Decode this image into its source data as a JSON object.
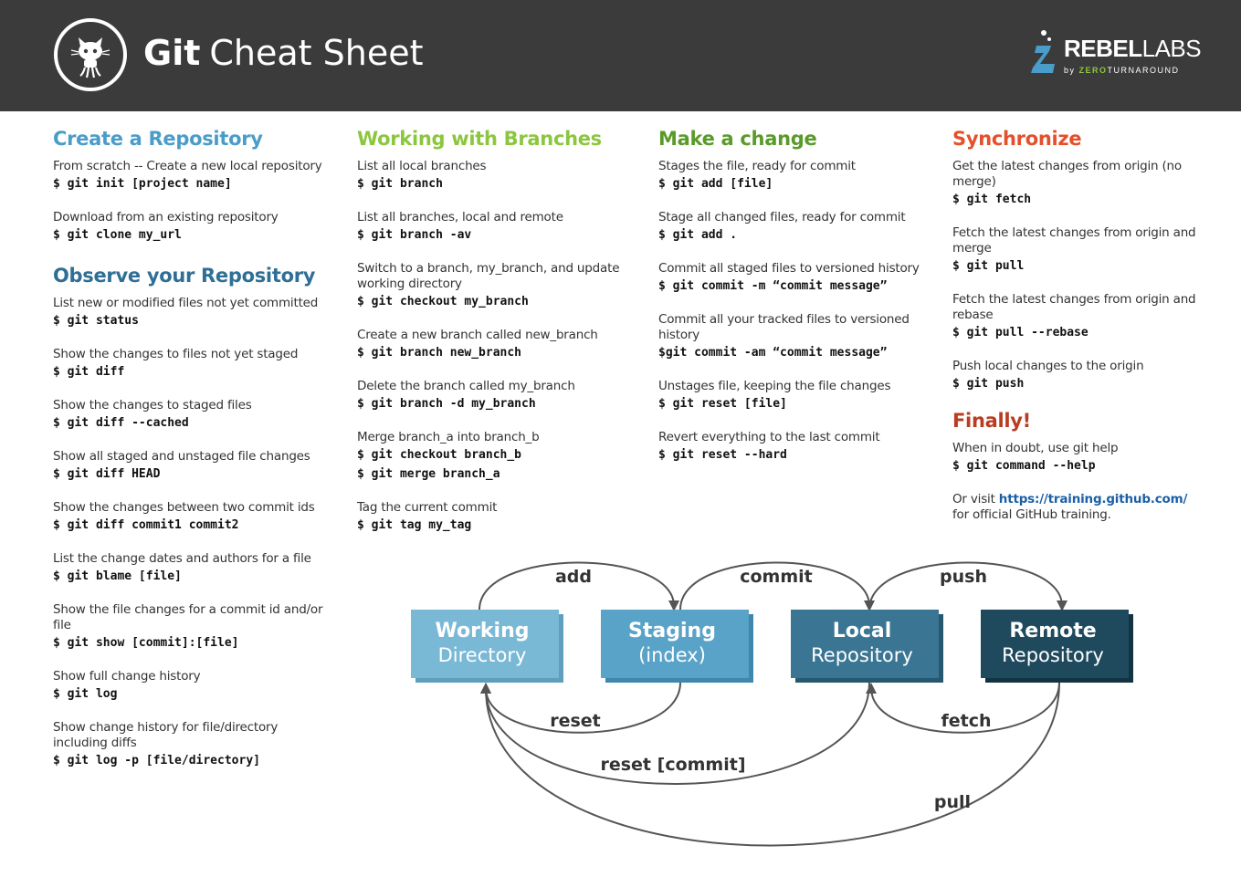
{
  "header": {
    "title_strong": "Git",
    "title_light": "Cheat Sheet",
    "logo_icon": "octocat-icon",
    "brand_main": "REBEL",
    "brand_sub": "LABS",
    "brand_by": "by",
    "brand_zero": "ZERO",
    "brand_turnaround": "TURNAROUND"
  },
  "colors": {
    "header_bg": "#3b3b3b",
    "create": "#4a9cc9",
    "observe": "#2f6f96",
    "branches": "#8cc63f",
    "change": "#5a9a2a",
    "sync": "#e4502a",
    "finally": "#b83d22",
    "box_working": "#7ab9d6",
    "box_staging": "#5aa3c8",
    "box_local": "#3a7693",
    "box_remote": "#1f4a5e"
  },
  "sections": {
    "create": {
      "title": "Create a Repository",
      "entries": [
        {
          "desc": "From scratch -- Create a new local repository",
          "cmds": [
            "$ git init [project name]"
          ]
        },
        {
          "desc": "Download from an existing repository",
          "cmds": [
            "$ git clone my_url"
          ]
        }
      ]
    },
    "observe": {
      "title": "Observe your Repository",
      "entries": [
        {
          "desc": "List new or modified files not yet committed",
          "cmds": [
            "$ git status"
          ]
        },
        {
          "desc": "Show the changes to files not yet staged",
          "cmds": [
            "$ git diff"
          ]
        },
        {
          "desc": "Show the changes to staged files",
          "cmds": [
            "$ git diff --cached"
          ]
        },
        {
          "desc": "Show all staged and unstaged file changes",
          "cmds": [
            "$ git diff HEAD"
          ]
        },
        {
          "desc": "Show the changes between two commit ids",
          "cmds": [
            "$ git diff commit1 commit2"
          ]
        },
        {
          "desc": "List the change dates and authors for a file",
          "cmds": [
            "$ git blame [file]"
          ]
        },
        {
          "desc": "Show the file changes for a commit id and/or file",
          "cmds": [
            "$ git show [commit]:[file]"
          ]
        },
        {
          "desc": "Show full change history",
          "cmds": [
            "$ git log"
          ]
        },
        {
          "desc": "Show change history for file/directory including diffs",
          "cmds": [
            "$ git log -p [file/directory]"
          ]
        }
      ]
    },
    "branches": {
      "title": "Working with Branches",
      "entries": [
        {
          "desc": "List all local branches",
          "cmds": [
            "$ git branch"
          ]
        },
        {
          "desc": "List all branches, local and remote",
          "cmds": [
            "$ git branch -av"
          ]
        },
        {
          "desc": "Switch to a branch, my_branch, and update working directory",
          "cmds": [
            "$ git checkout my_branch"
          ]
        },
        {
          "desc": "Create a new branch called new_branch",
          "cmds": [
            "$ git branch new_branch"
          ]
        },
        {
          "desc": "Delete the branch called my_branch",
          "cmds": [
            "$ git branch -d my_branch"
          ]
        },
        {
          "desc": "Merge branch_a into branch_b",
          "cmds": [
            "$ git checkout branch_b",
            "$ git merge branch_a"
          ]
        },
        {
          "desc": "Tag the current commit",
          "cmds": [
            "$ git tag my_tag"
          ]
        }
      ]
    },
    "change": {
      "title": "Make a change",
      "entries": [
        {
          "desc": "Stages the file, ready for commit",
          "cmds": [
            "$ git add [file]"
          ]
        },
        {
          "desc": "Stage all changed files, ready for commit",
          "cmds": [
            "$ git add ."
          ]
        },
        {
          "desc": "Commit all staged files to versioned history",
          "cmds": [
            "$ git commit -m “commit message”"
          ]
        },
        {
          "desc": "Commit all your tracked files to versioned history",
          "cmds": [
            "$git commit -am “commit message”"
          ]
        },
        {
          "desc": "Unstages file, keeping the file changes",
          "cmds": [
            "$ git reset [file]"
          ]
        },
        {
          "desc": "Revert everything to the last commit",
          "cmds": [
            "$ git reset --hard"
          ]
        }
      ]
    },
    "sync": {
      "title": "Synchronize",
      "entries": [
        {
          "desc": "Get the latest changes from origin (no merge)",
          "cmds": [
            "$ git fetch"
          ]
        },
        {
          "desc": "Fetch the latest changes from origin and merge",
          "cmds": [
            "$ git pull"
          ]
        },
        {
          "desc": "Fetch the latest changes from origin and rebase",
          "cmds": [
            "$ git pull --rebase"
          ]
        },
        {
          "desc": "Push local changes to the origin",
          "cmds": [
            "$ git push"
          ]
        }
      ]
    },
    "finally": {
      "title": "Finally!",
      "help_desc": "When in doubt, use git help",
      "help_cmd": "$ git command --help",
      "visit_prefix": "Or visit",
      "visit_link": "https://training.github.com/",
      "visit_suffix": "for official GitHub training."
    }
  },
  "diagram": {
    "boxes": [
      {
        "line1": "Working",
        "line2": "Directory"
      },
      {
        "line1": "Staging",
        "line2": "(index)"
      },
      {
        "line1": "Local",
        "line2": "Repository"
      },
      {
        "line1": "Remote",
        "line2": "Repository"
      }
    ],
    "labels": {
      "add": "add",
      "commit": "commit",
      "push": "push",
      "reset": "reset",
      "fetch": "fetch",
      "reset_commit": "reset [commit]",
      "pull": "pull"
    }
  }
}
